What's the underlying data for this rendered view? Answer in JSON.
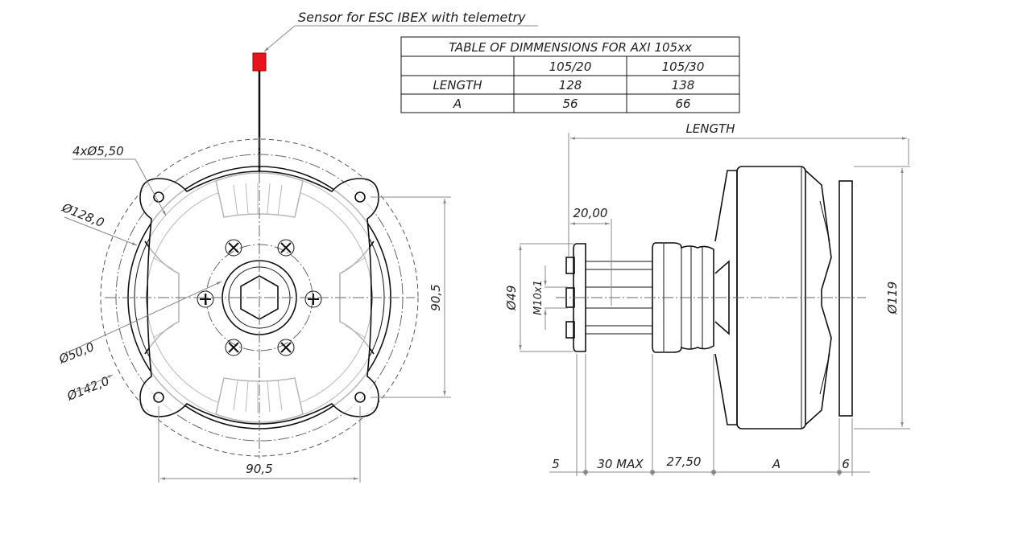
{
  "sensor_label": "Sensor for ESC IBEX with telemetry",
  "table": {
    "title": "TABLE OF DIMMENSIONS FOR AXI 105xx",
    "columns": [
      "",
      "105/20",
      "105/30"
    ],
    "rows": [
      {
        "label": "LENGTH",
        "values": [
          "128",
          "138"
        ]
      },
      {
        "label": "A",
        "values": [
          "56",
          "66"
        ]
      }
    ]
  },
  "front_view": {
    "holes": "4xØ5,50",
    "d128": "Ø128,0",
    "d50": "Ø50,0",
    "d142": "Ø142,0",
    "height": "90,5",
    "width": "90,5"
  },
  "side_view": {
    "length": "LENGTH",
    "d20": "20,00",
    "d49": "Ø49",
    "thread": "M10x1",
    "d119": "Ø119",
    "d5": "5",
    "d30": "30 MAX",
    "d27": "27,50",
    "a": "A",
    "d6": "6"
  },
  "colors": {
    "sensor": "#e8141b"
  }
}
